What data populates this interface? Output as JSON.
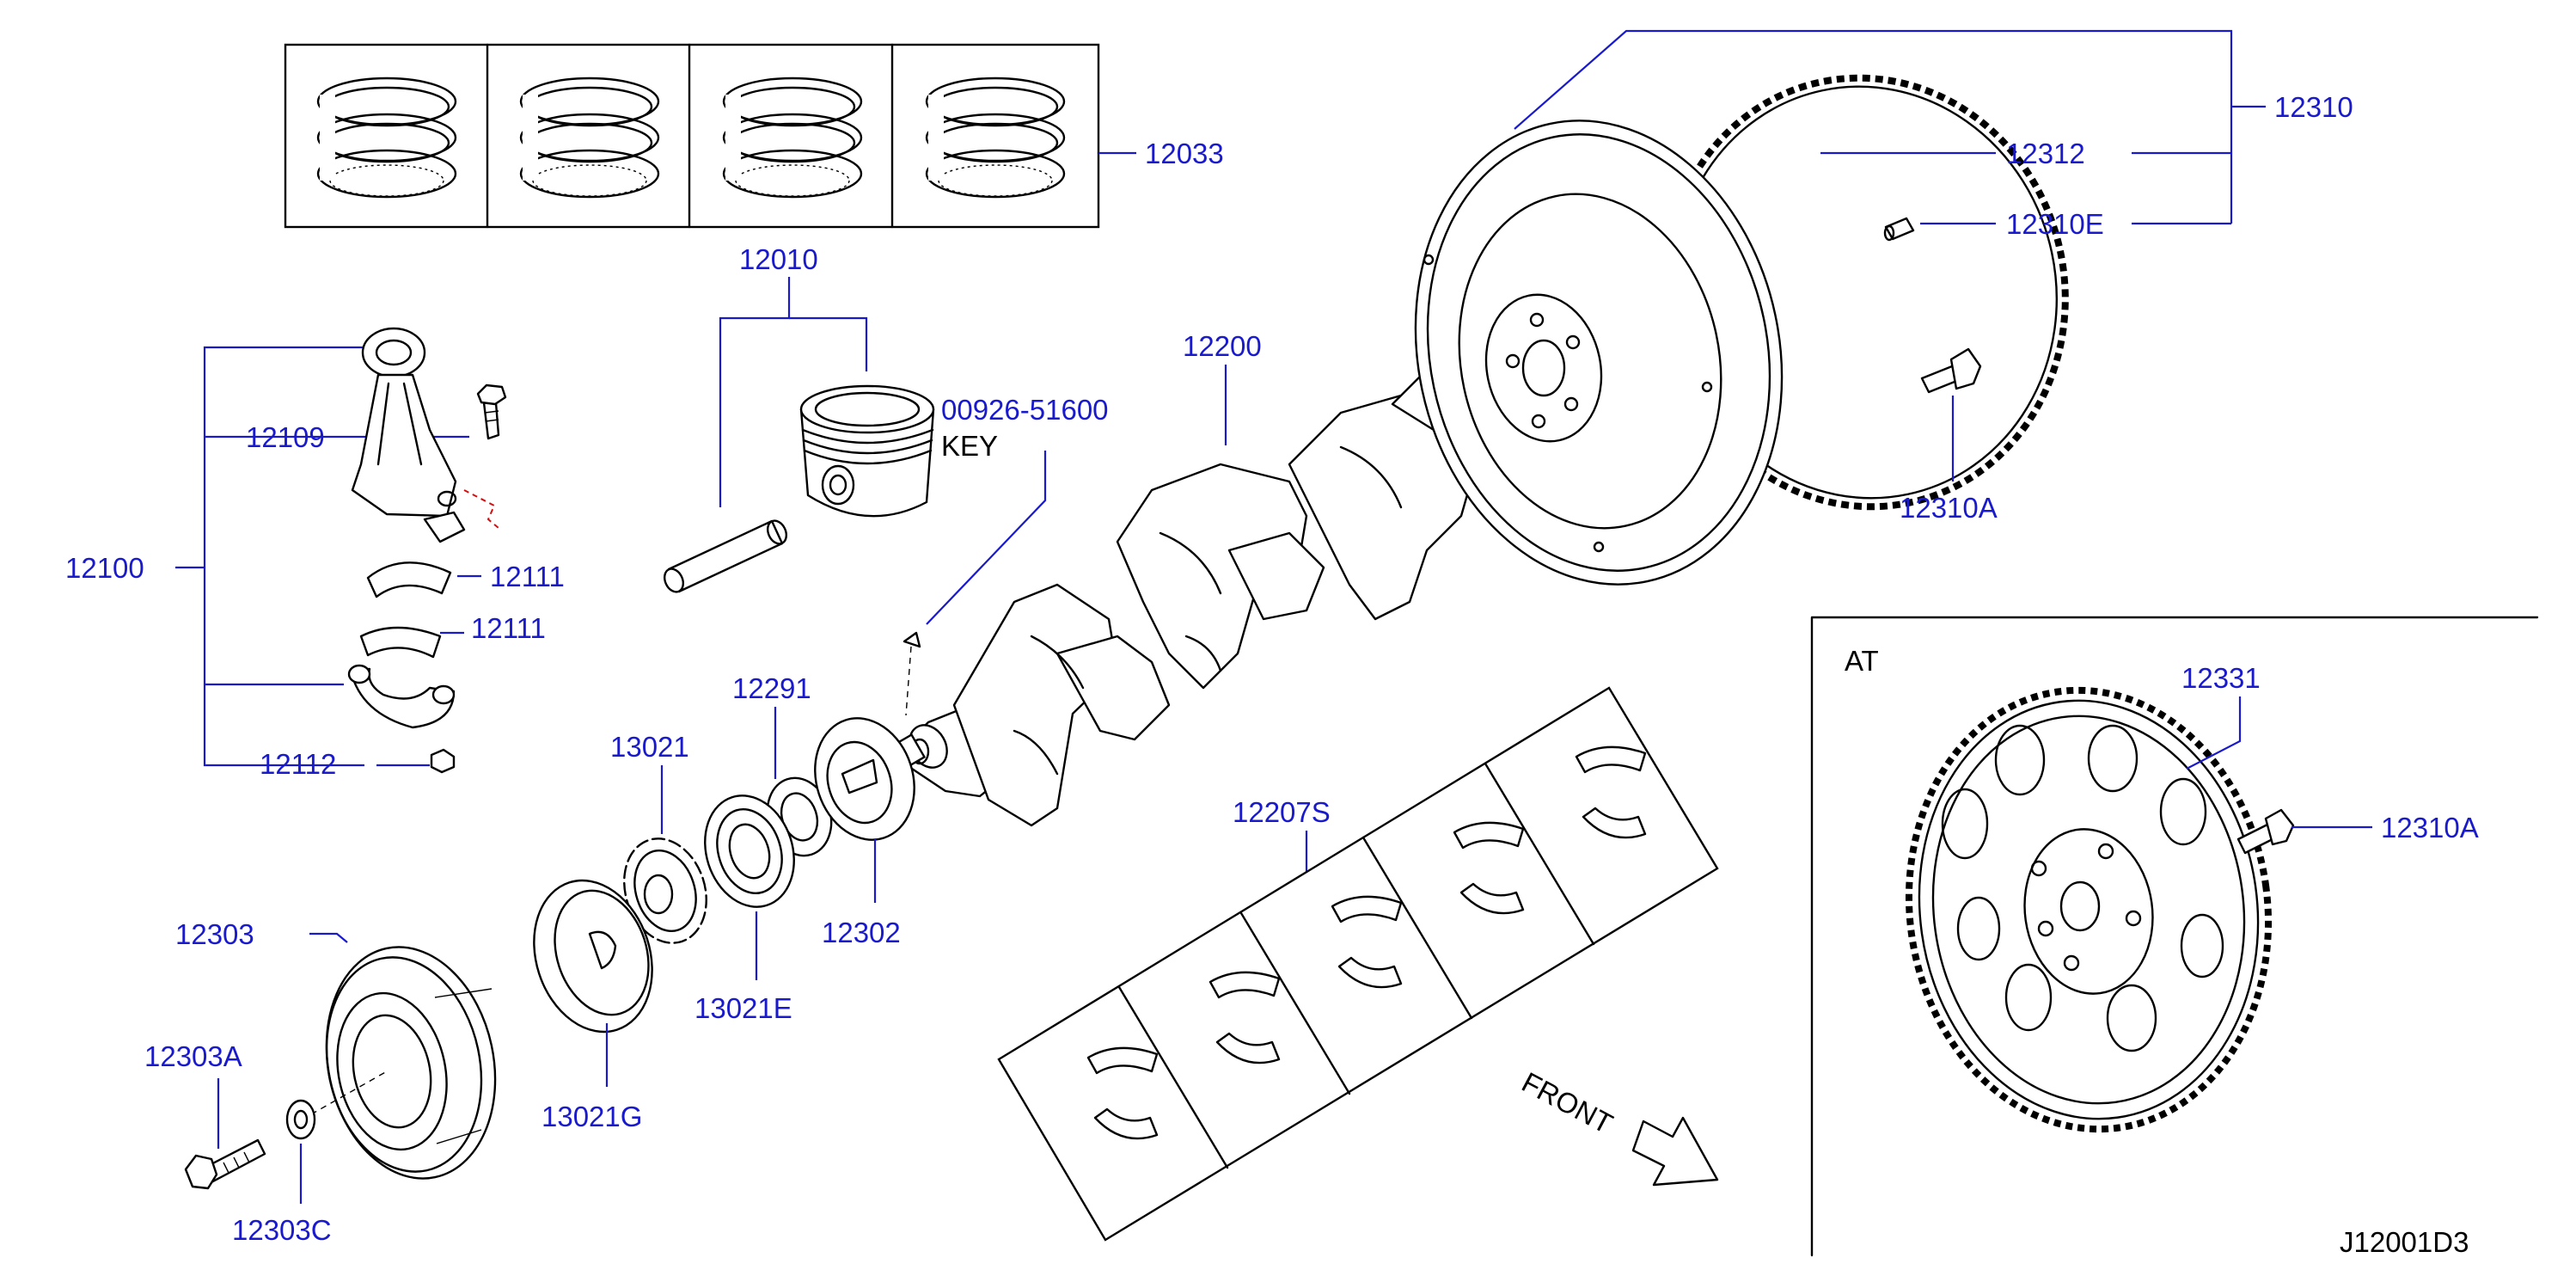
{
  "diagram_id": "J12001D3",
  "colors": {
    "label": "#1a1acd",
    "line": "#000000",
    "background": "#ffffff"
  },
  "labels": {
    "p12033": "12033",
    "p12010": "12010",
    "p00926": "00926-51600",
    "key": "KEY",
    "p12200": "12200",
    "p12310": "12310",
    "p12312": "12312",
    "p12310E": "12310E",
    "p12310A_top": "12310A",
    "p12109": "12109",
    "p12100": "12100",
    "p12111_a": "12111",
    "p12111_b": "12111",
    "p12112": "12112",
    "p12291": "12291",
    "p13021": "13021",
    "p12302": "12302",
    "p13021E": "13021E",
    "p12207S": "12207S",
    "p12303": "12303",
    "p12303A": "12303A",
    "p13021G": "13021G",
    "p12303C": "12303C",
    "at": "AT",
    "p12331": "12331",
    "p12310A_at": "12310A",
    "front": "FRONT"
  }
}
